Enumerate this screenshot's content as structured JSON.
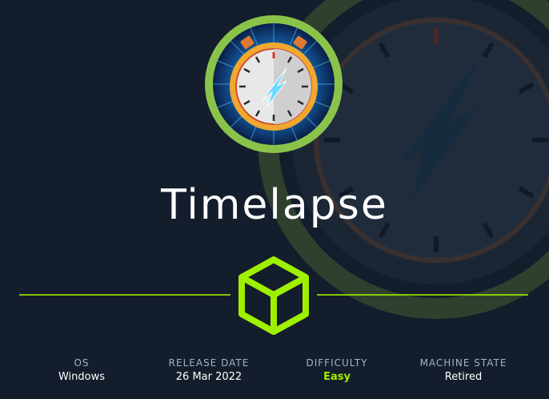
{
  "machine": {
    "name": "Timelapse",
    "logo_icon": "stopwatch-icon",
    "separator_icon": "cube-icon"
  },
  "stats": [
    {
      "label": "OS",
      "value": "Windows"
    },
    {
      "label": "RELEASE DATE",
      "value": "26 Mar 2022"
    },
    {
      "label": "DIFFICULTY",
      "value": "Easy"
    },
    {
      "label": "MACHINE STATE",
      "value": "Retired"
    }
  ],
  "colors": {
    "background": "#141d2b",
    "accent": "#9fef00",
    "badge_ring": "#8bc34a",
    "label": "#a4b1cd"
  }
}
